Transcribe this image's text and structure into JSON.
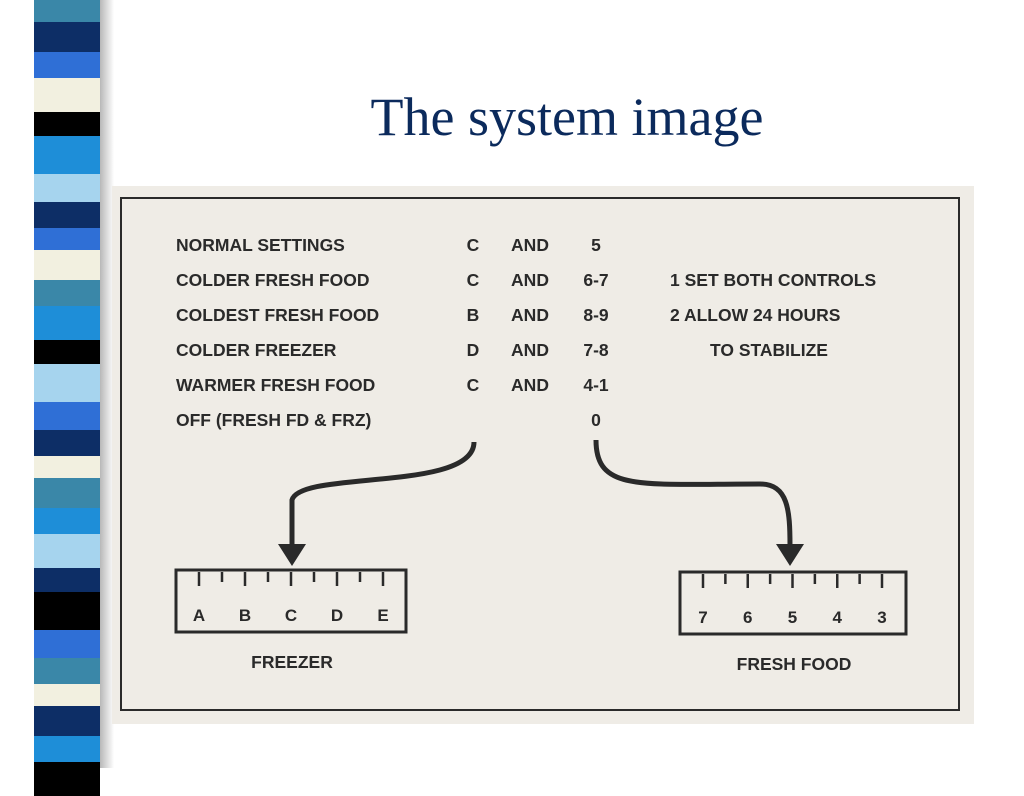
{
  "slide": {
    "title": "The system image"
  },
  "colors": {
    "title": "#0b2a5c",
    "figure_background": "#efece6",
    "ink": "#2a2a2a",
    "stripes": [
      "#3a87a8",
      "#0d2e66",
      "#2f6fd6",
      "#f2f0e0",
      "#000000",
      "#1e8ed8",
      "#a6d4ee"
    ]
  },
  "settings_table": {
    "rows": [
      {
        "label": "NORMAL SETTINGS",
        "freezer": "C",
        "and": "AND",
        "fresh": "5"
      },
      {
        "label": "COLDER FRESH FOOD",
        "freezer": "C",
        "and": "AND",
        "fresh": "6-7"
      },
      {
        "label": "COLDEST FRESH FOOD",
        "freezer": "B",
        "and": "AND",
        "fresh": "8-9"
      },
      {
        "label": "COLDER FREEZER",
        "freezer": "D",
        "and": "AND",
        "fresh": "7-8"
      },
      {
        "label": "WARMER FRESH FOOD",
        "freezer": "C",
        "and": "AND",
        "fresh": "4-1"
      },
      {
        "label": "OFF (FRESH FD & FRZ)",
        "freezer": "",
        "and": "",
        "fresh": "0"
      }
    ]
  },
  "instructions": {
    "line1": "1  SET BOTH CONTROLS",
    "line2": "2  ALLOW 24 HOURS",
    "line3": "TO STABILIZE"
  },
  "freezer_dial": {
    "letters": [
      "A",
      "B",
      "C",
      "D",
      "E"
    ],
    "label": "FREEZER"
  },
  "fresh_food_dial": {
    "numbers": [
      "7",
      "6",
      "5",
      "4",
      "3"
    ],
    "label": "FRESH FOOD"
  }
}
